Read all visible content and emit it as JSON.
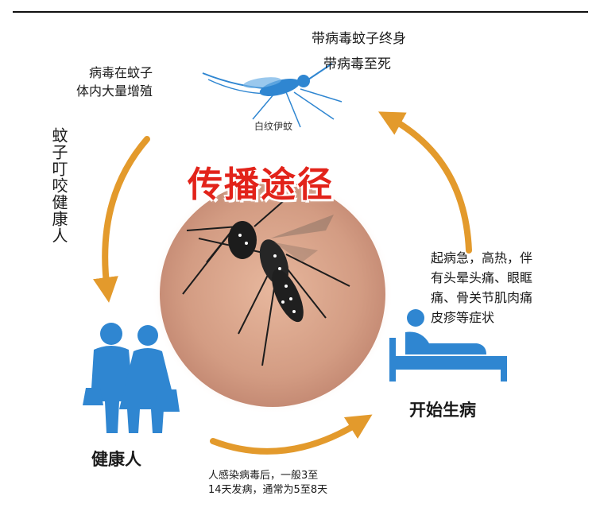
{
  "title": "传播途径",
  "top_right": {
    "line1": "带病毒蚊子终身",
    "line2": "带病毒至死"
  },
  "mosquito_label": "白纹伊蚊",
  "top_left": {
    "line1": "病毒在蚊子",
    "line2": "体内大量增殖"
  },
  "left_vertical": "蚊子叮咬健康人",
  "healthy_label": "健康人",
  "sick_label": "开始生病",
  "symptoms": {
    "line1": "起病急，高热，伴",
    "line2": "有头晕头痛、眼眶",
    "line3": "痛、骨关节肌肉痛",
    "line4": "皮疹等症状"
  },
  "incubation": {
    "line1": "人感染病毒后，一般3至",
    "line2": "14天发病，通常为5至8天"
  },
  "colors": {
    "arrow": "#e39a2c",
    "icon_blue": "#2f86d1",
    "title_red": "#e2231a",
    "skin": "#d9a48a"
  }
}
